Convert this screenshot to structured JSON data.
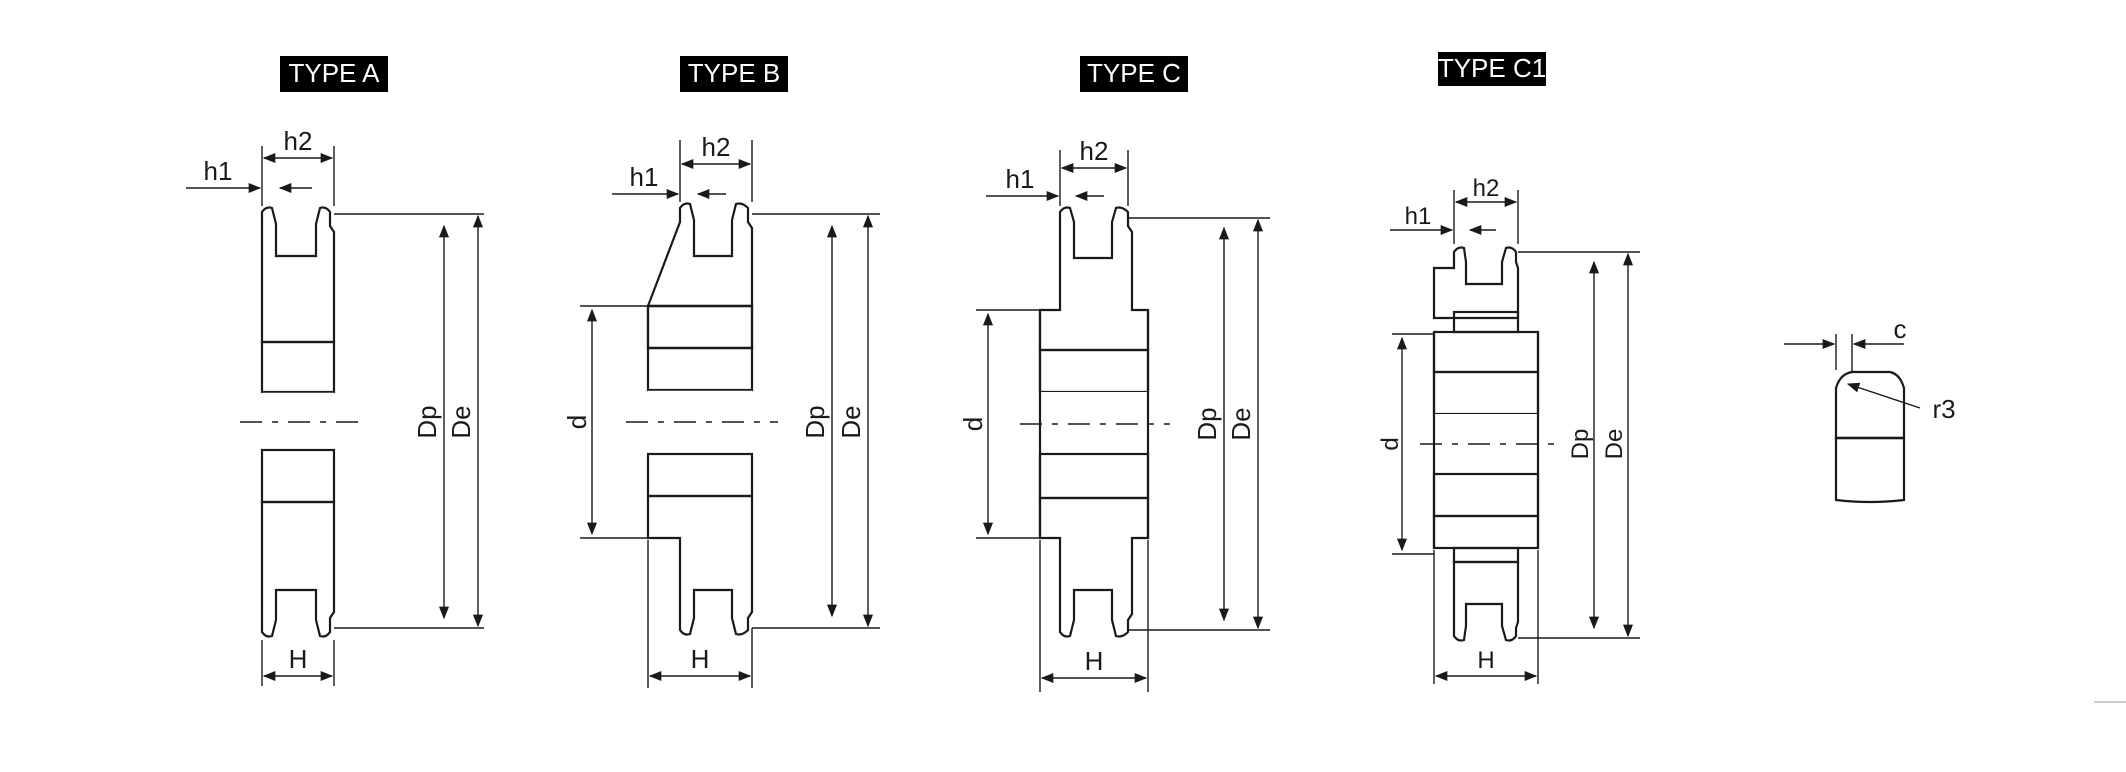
{
  "types": [
    {
      "title": "TYPE A",
      "labels": {
        "h1": "h1",
        "h2": "h2",
        "H": "H",
        "Dp": "Dp",
        "De": "De"
      }
    },
    {
      "title": "TYPE B",
      "labels": {
        "h1": "h1",
        "h2": "h2",
        "H": "H",
        "d": "d",
        "Dp": "Dp",
        "De": "De"
      }
    },
    {
      "title": "TYPE C",
      "labels": {
        "h1": "h1",
        "h2": "h2",
        "H": "H",
        "d": "d",
        "Dp": "Dp",
        "De": "De"
      }
    },
    {
      "title": "TYPE C1",
      "labels": {
        "h1": "h1",
        "h2": "h2",
        "H": "H",
        "d": "d",
        "Dp": "Dp",
        "De": "De"
      }
    }
  ],
  "tooth_detail": {
    "c": "c",
    "r3": "r3"
  }
}
